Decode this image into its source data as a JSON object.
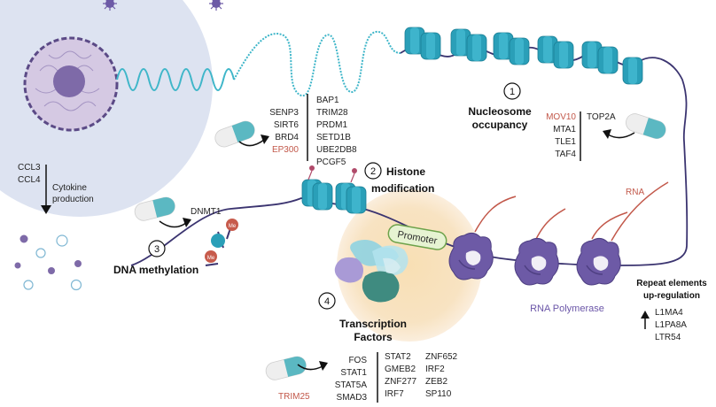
{
  "cell": {
    "cytokines": [
      "CCL3",
      "CCL4"
    ],
    "arrow_label_line1": "Cytokine",
    "arrow_label_line2": "production"
  },
  "nucleosome": {
    "step": "1",
    "title_line1": "Nucleosome",
    "title_line2": "occupancy",
    "genes_red": [
      "MOV10"
    ],
    "genes_left": [
      "MTA1",
      "TLE1",
      "TAF4"
    ],
    "genes_right": [
      "TOP2A"
    ]
  },
  "histone": {
    "step": "2",
    "title_line1": "Histone",
    "title_line2": "modification",
    "genes_left": [
      "SENP3",
      "SIRT6",
      "BRD4"
    ],
    "genes_left_red": [
      "EP300"
    ],
    "genes_right": [
      "BAP1",
      "TRIM28",
      "PRDM1",
      "SETD1B",
      "UBE2DB8",
      "PCGF5"
    ]
  },
  "dna_methylation": {
    "step": "3",
    "title": "DNA methylation",
    "gene": "DNMT1",
    "mark_label": "Me"
  },
  "transcription": {
    "step": "4",
    "title_line1": "Transcription",
    "title_line2": "Factors",
    "genes_col1": [
      "FOS",
      "STAT1",
      "STAT5A",
      "SMAD3"
    ],
    "genes_col2": [
      "STAT2",
      "GMEB2",
      "ZNF277",
      "IRF7"
    ],
    "genes_col3": [
      "ZNF652",
      "IRF2",
      "ZEB2",
      "SP110"
    ],
    "gene_red": "TRIM25"
  },
  "promoter_label": "Promoter",
  "rna_label": "RNA",
  "rna_polymerase_label": "RNA Polymerase",
  "repeats": {
    "title_line1": "Repeat elements",
    "title_line2": "up-regulation",
    "elements": [
      "L1MA4",
      "L1PA8A",
      "LTR54"
    ]
  },
  "colors": {
    "cell_fill": "#dde3f1",
    "nucleus_fill": "#d5c9e3",
    "nucleus_edge": "#5b4a86",
    "dna_teal": "#3fb6c9",
    "nucleosome": "#2a9fb8",
    "polymerase": "#6d5aa6",
    "promoter_glow": "#f6dcb0",
    "gene_red": "#c2584a",
    "me_mark": "#c75b4c",
    "pill_teal": "#5bb8c2"
  }
}
